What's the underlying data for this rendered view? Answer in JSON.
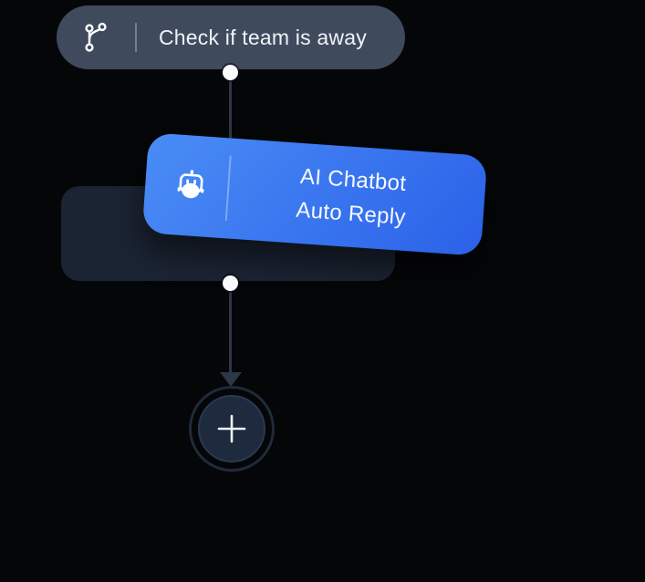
{
  "colors": {
    "canvas_bg": "#050608",
    "condition_node_bg": "#404a5d",
    "node_text": "#f0f3f6",
    "divider": "rgba(255,255,255,0.3)",
    "card_bg_from": "#4a8df6",
    "card_bg_to": "#2b61e8",
    "card_text": "#f6f9ff",
    "card_divider": "rgba(255,255,255,0.32)",
    "edge": "#2c3747",
    "dot": "#fafbfc",
    "placeholder_bg": "#1b2433",
    "add_ring": "#202a3a",
    "add_inner_bg": "#1e2a3d",
    "add_inner_border": "#2b3950",
    "icon": "#ffffff"
  },
  "condition_node": {
    "icon": "git-branch-icon",
    "label": "Check if team is away"
  },
  "chatbot_card": {
    "icon": "robot-icon",
    "label_line1": "AI Chatbot",
    "label_line2": "Auto Reply"
  },
  "add_node": {
    "icon": "plus-icon"
  }
}
